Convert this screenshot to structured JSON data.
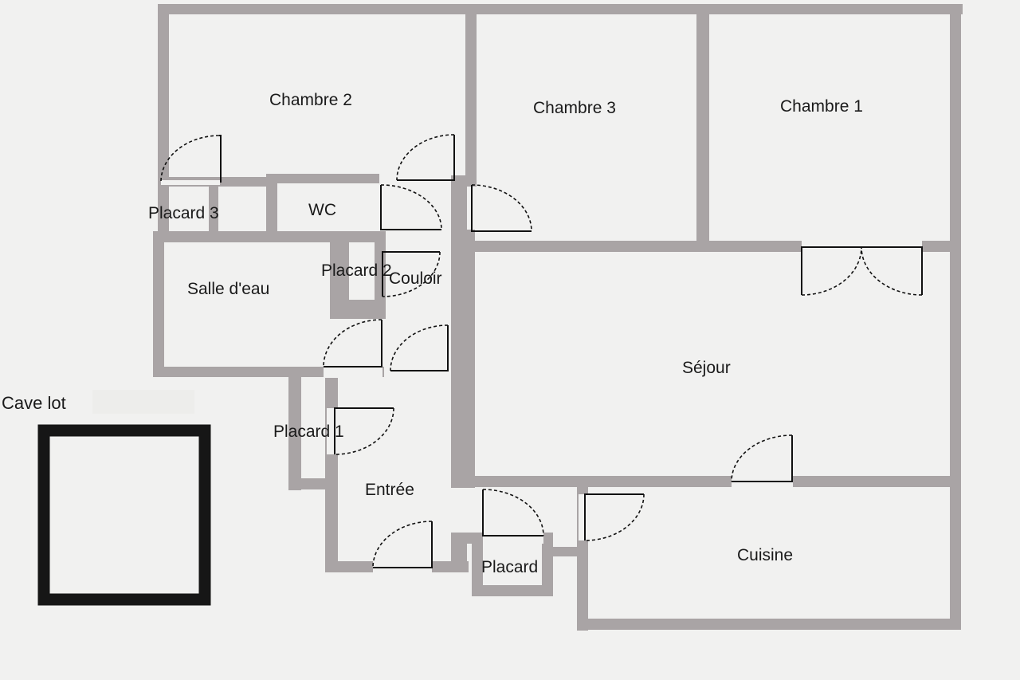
{
  "rooms": {
    "chambre_2": "Chambre 2",
    "chambre_3": "Chambre 3",
    "chambre_1": "Chambre 1",
    "placard_3": "Placard 3",
    "wc": "WC",
    "salle_deau": "Salle d'eau",
    "placard_2": "Placard 2",
    "couloir": "Couloir",
    "sejour": "Séjour",
    "placard_1": "Placard 1",
    "entree": "Entrée",
    "placard": "Placard",
    "cuisine": "Cuisine"
  },
  "cave": {
    "label": "Cave lot"
  },
  "colors": {
    "background": "#f1f1f0",
    "wall": "#a9a4a5",
    "door": "#111111",
    "cave_border": "#161616"
  }
}
